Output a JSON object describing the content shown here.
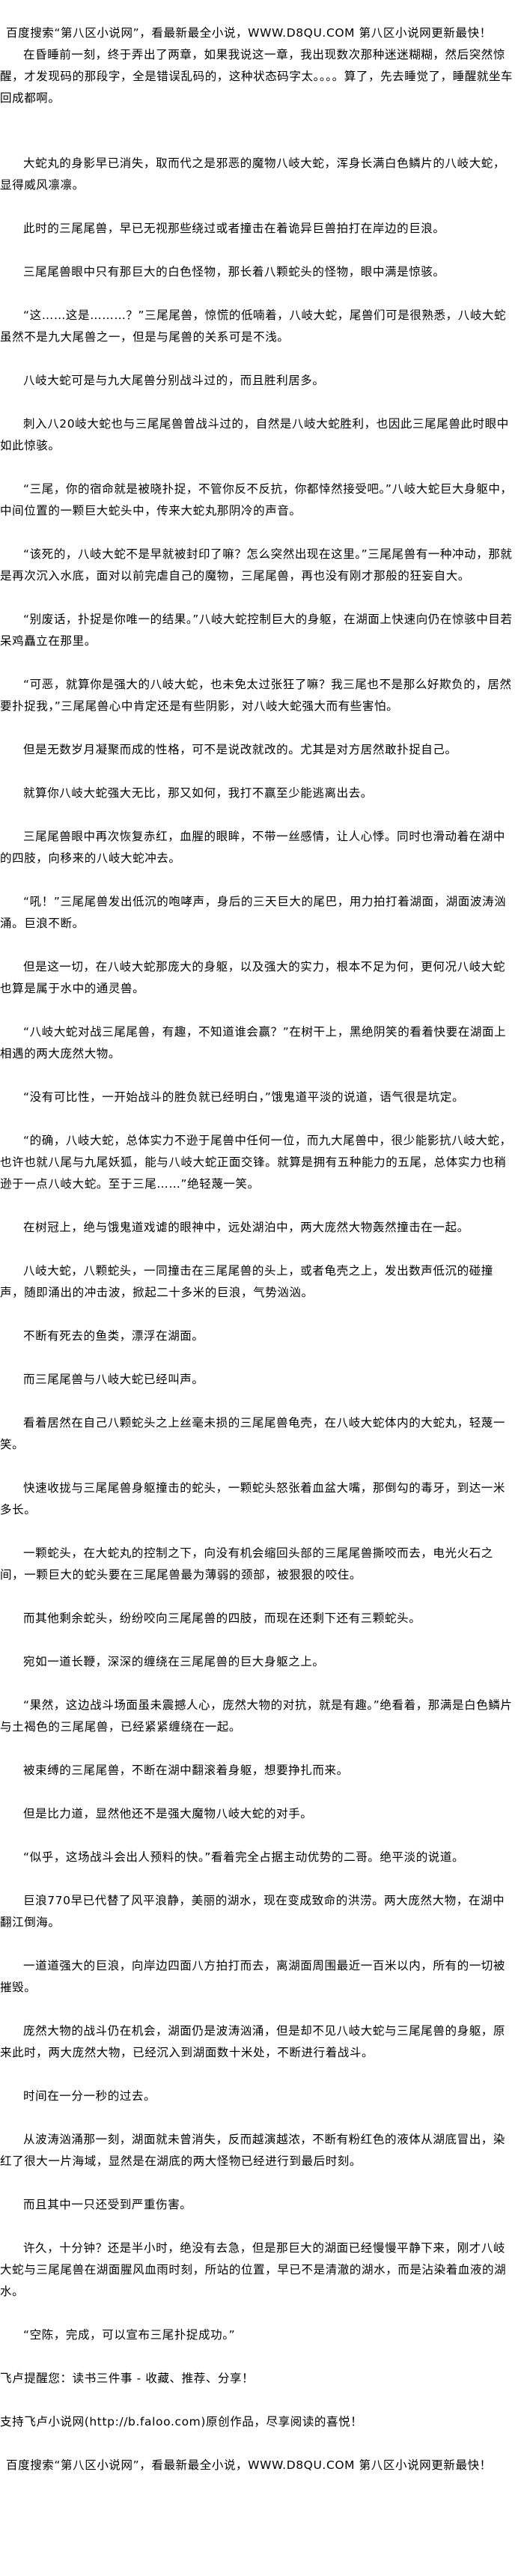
{
  "banner": "百度搜索“第八区小说网”，看最新最全小说，WWW.D8QU.COM  第八区小说网更新最快！",
  "author_note": "在昏睡前一刻，终于弄出了两章，如果我说这一章，我出现数次那种迷迷糊糊，然后突然惊醒，才发现码的那段字，全是错误乱码的，这种状态码字太。。。。算了，先去睡觉了，睡醒就坐车回成都啊。",
  "paragraphs": [
    "大蛇丸的身影早已消失，取而代之是邪恶的魔物八岐大蛇，浑身长满白色鳞片的八岐大蛇，显得威风凛凛。",
    "此时的三尾尾兽，早已无视那些绕过或者撞击在着诡异巨兽拍打在岸边的巨浪。",
    "三尾尾兽眼中只有那巨大的白色怪物，那长着八颗蛇头的怪物，眼中满是惊骇。",
    "“这……这是………？”三尾尾兽，惊慌的低喃着，八岐大蛇，尾兽们可是很熟悉，八岐大蛇虽然不是九大尾兽之一，但是与尾兽的关系可是不浅。",
    "八岐大蛇可是与九大尾兽分别战斗过的，而且胜利居多。",
    "刺入八20岐大蛇也与三尾尾兽曾战斗过的，自然是八岐大蛇胜利，也因此三尾尾兽此时眼中如此惊骇。",
    "“三尾，你的宿命就是被晓扑捉，不管你反不反抗，你都悻然接受吧。”八岐大蛇巨大身躯中，中间位置的一颗巨大蛇头中，传来大蛇丸那阴冷的声音。",
    "“该死的，八岐大蛇不是早就被封印了嘛？怎么突然出现在这里。”三尾尾兽有一种冲动，那就是再次沉入水底，面对以前完虐自己的魔物，三尾尾兽，再也没有刚才那般的狂妄自大。",
    "“别废话，扑捉是你唯一的结果。”八岐大蛇控制巨大的身躯，在湖面上快速向仍在惊骇中目若呆鸡矗立在那里。",
    "“可恶，就算你是强大的八岐大蛇，也未免太过张狂了嘛？我三尾也不是那么好欺负的，居然要扑捉我，”三尾尾兽心中肯定还是有些阴影，对八岐大蛇强大而有些害怕。",
    "但是无数岁月凝聚而成的性格，可不是说改就改的。尤其是对方居然敢扑捉自己。",
    "就算你八岐大蛇强大无比，那又如何，我打不赢至少能逃离出去。",
    "三尾尾兽眼中再次恢复赤红，血腥的眼眸，不带一丝感情，让人心悸。同时也滑动着在湖中的四肢，向移来的八岐大蛇冲去。",
    "“吼！”三尾尾兽发出低沉的咆哮声，身后的三天巨大的尾巴，用力拍打着湖面，湖面波涛汹涌。巨浪不断。",
    "但是这一切，在八岐大蛇那庞大的身躯，以及强大的实力，根本不足为何，更何况八岐大蛇也算是属于水中的通灵兽。",
    "“八岐大蛇对战三尾尾兽，有趣，不知道谁会赢？”在树干上，黑绝阴笑的看着快要在湖面上相遇的两大庞然大物。",
    "“没有可比性，一开始战斗的胜负就已经明白，”饿鬼道平淡的说道，语气很是坑定。",
    "“的确，八岐大蛇，总体实力不逊于尾兽中任何一位，而九大尾兽中，很少能影抗八岐大蛇，也许也就八尾与九尾妖狐，能与八岐大蛇正面交锋。就算是拥有五种能力的五尾，总体实力也稍逊于一点八岐大蛇。至于三尾……”绝轻蔑一笑。",
    "在树冠上，绝与饿鬼道戏谑的眼神中，远处湖泊中，两大庞然大物轰然撞击在一起。",
    "八岐大蛇，八颗蛇头，一同撞击在三尾尾兽的头上，或者龟壳之上，发出数声低沉的碰撞声，随即涌出的冲击波，掀起二十多米的巨浪，气势汹汹。",
    "不断有死去的鱼类，漂浮在湖面。",
    "而三尾尾兽与八岐大蛇已经叫声。",
    "看着居然在自己八颗蛇头之上丝毫未损的三尾尾兽龟壳，在八岐大蛇体内的大蛇丸，轻蔑一笑。",
    "快速收拢与三尾尾兽身躯撞击的蛇头，一颗蛇头怒张着血盆大嘴，那倒勾的毒牙，到达一米多长。",
    "一颗蛇头，在大蛇丸的控制之下，向没有机会缩回头部的三尾尾兽撕咬而去，电光火石之间，一颗巨大的蛇头要在三尾尾兽最为薄弱的颈部，被狠狠的咬住。",
    "而其他剩余蛇头，纷纷咬向三尾尾兽的四肢，而现在还剩下还有三颗蛇头。",
    "宛如一道长鞭，深深的缠绕在三尾尾兽的巨大身躯之上。",
    "“果然，这边战斗场面虽未震撼人心，庞然大物的对抗，就是有趣。”绝看着，那满是白色鳞片与土褐色的三尾尾兽，已经紧紧缠绕在一起。",
    "被束缚的三尾尾兽，不断在湖中翻滚着身躯，想要挣扎而来。",
    "但是比力道，显然他还不是强大魔物八岐大蛇的对手。",
    "“似乎，这场战斗会出人预料的快。”看着完全占据主动优势的二哥。绝平淡的说道。",
    "巨浪770早已代替了风平浪静，美丽的湖水，现在变成致命的洪涝。两大庞然大物，在湖中翻江倒海。",
    "一道道强大的巨浪，向岸边四面八方拍打而去，离湖面周围最近一百米以内，所有的一切被摧毁。",
    "庞然大物的战斗仍在机会，湖面仍是波涛汹涌，但是却不见八岐大蛇与三尾尾兽的身躯，原来此时，两大庞然大物，已经沉入到湖面数十米处，不断进行着战斗。",
    "时间在一分一秒的过去。",
    "从波涛汹涌那一刻，湖面就未曾消失，反而越演越浓，不断有粉红色的液体从湖底冒出，染红了很大一片海域，显然是在湖底的两大怪物已经进行到最后时刻。",
    "而且其中一只还受到严重伤害。",
    "许久，十分钟？还是半小时，绝没有去急，但是那巨大的湖面已经慢慢平静下来，刚才八岐大蛇与三尾尾兽在湖面腥风血雨时刻，所站的位置，早已不是清澈的湖水，而是沾染着血液的湖水。",
    "“空陈，完成，可以宣布三尾扑捉成功。”"
  ],
  "footer": {
    "reminder": "飞卢提醒您：读书三件事 - 收藏、推荐、分享！",
    "support": "支持飞卢小说网(http://b.faloo.com)原创作品，尽享阅读的喜悦！",
    "banner": "百度搜索“第八区小说网”，看最新最全小说，WWW.D8QU.COM  第八区小说网更新最快！"
  }
}
